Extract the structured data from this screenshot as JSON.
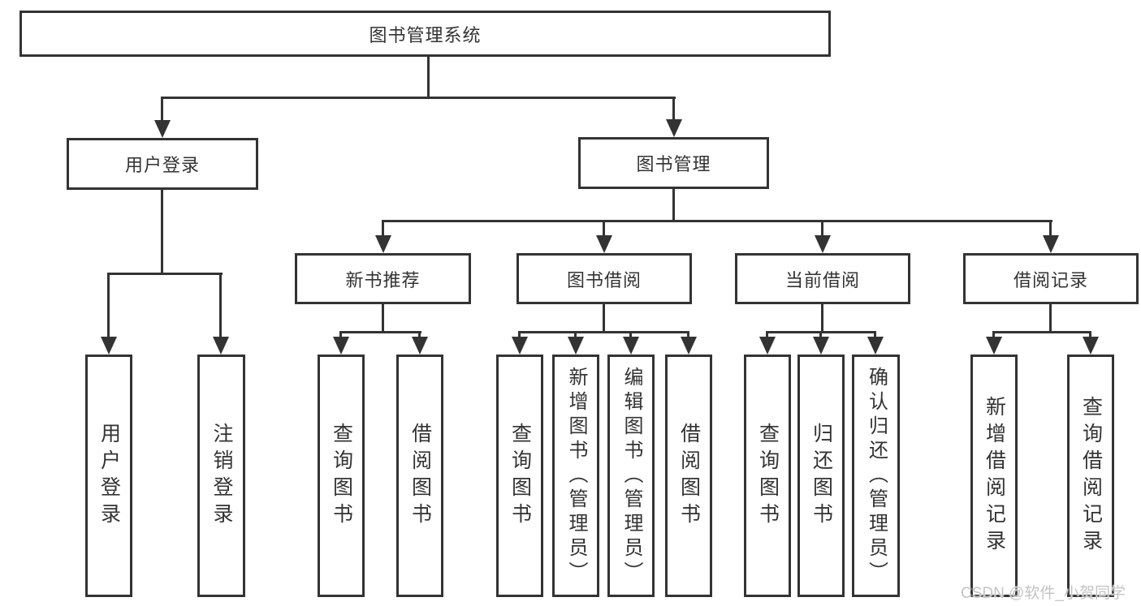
{
  "diagram": {
    "root": {
      "label": "图书管理系统"
    },
    "user_login": {
      "label": "用户登录",
      "children": [
        {
          "label": "用户登录"
        },
        {
          "label": "注销登录"
        }
      ]
    },
    "book_mgmt": {
      "label": "图书管理",
      "children": [
        {
          "label": "新书推荐",
          "children": [
            {
              "label": "查询图书"
            },
            {
              "label": "借阅图书"
            }
          ]
        },
        {
          "label": "图书借阅",
          "children": [
            {
              "label": "查询图书"
            },
            {
              "label": "新增图书（管理员）"
            },
            {
              "label": "编辑图书（管理员）"
            },
            {
              "label": "借阅图书"
            }
          ]
        },
        {
          "label": "当前借阅",
          "children": [
            {
              "label": "查询图书"
            },
            {
              "label": "归还图书"
            },
            {
              "label": "确认归还（管理员）"
            }
          ]
        },
        {
          "label": "借阅记录",
          "children": [
            {
              "label": "新增借阅记录"
            },
            {
              "label": "查询借阅记录"
            }
          ]
        }
      ]
    },
    "line_color": "#333333",
    "background_color": "#ffffff"
  },
  "watermark": {
    "text": "CSDN @软件_小贺同学"
  }
}
